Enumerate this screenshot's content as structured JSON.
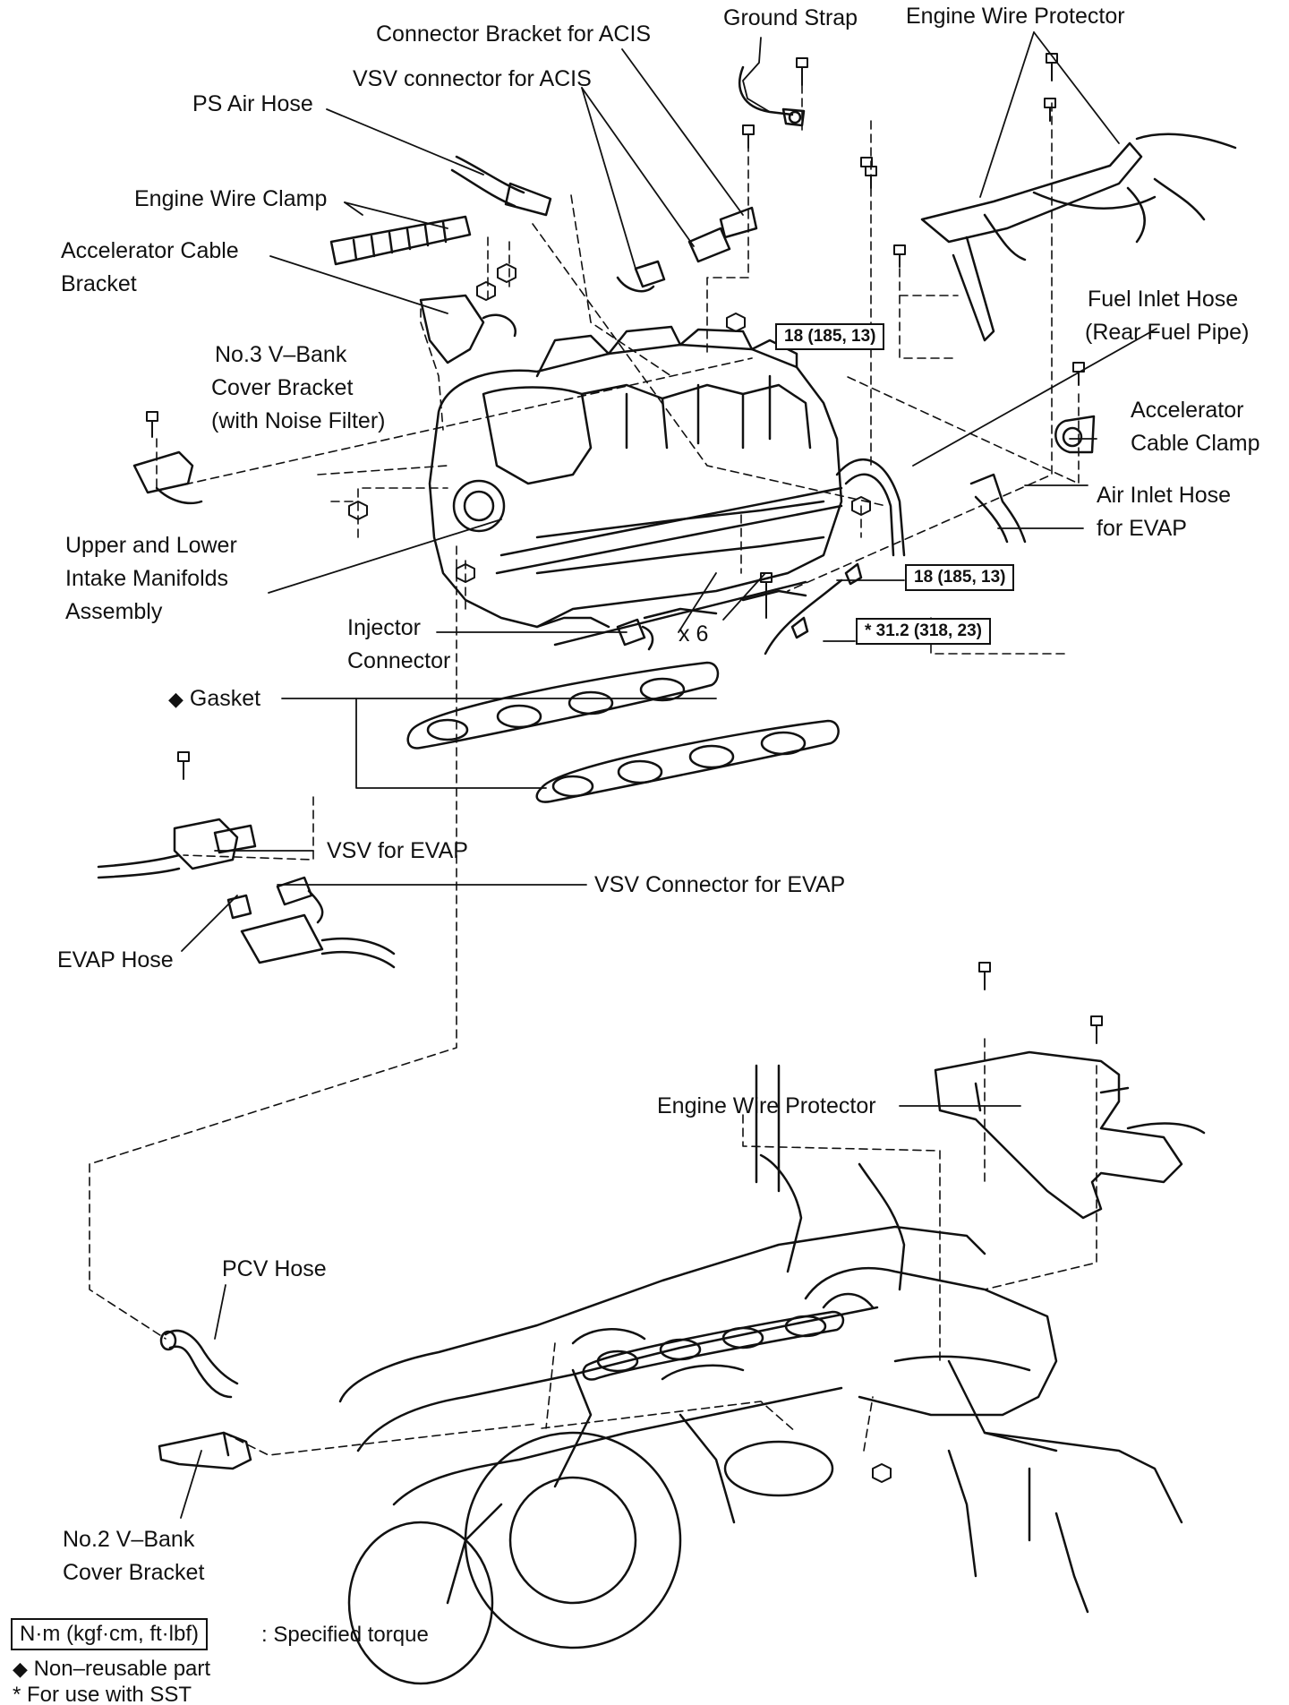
{
  "labels": {
    "ground_strap": "Ground Strap",
    "engine_wire_protector_top": "Engine Wire Protector",
    "connector_bracket_acis": "Connector Bracket for ACIS",
    "vsv_connector_acis": "VSV connector for ACIS",
    "ps_air_hose": "PS Air Hose",
    "engine_wire_clamp": "Engine Wire Clamp",
    "accelerator_cable_bracket_1": "Accelerator Cable",
    "accelerator_cable_bracket_2": "Bracket",
    "fuel_inlet_hose_1": "Fuel Inlet Hose",
    "fuel_inlet_hose_2": "(Rear Fuel Pipe)",
    "no3_vbank_1": "No.3 V–Bank",
    "no3_vbank_2": "Cover Bracket",
    "no3_vbank_3": "(with Noise Filter)",
    "accelerator_cable_clamp_1": "Accelerator",
    "accelerator_cable_clamp_2": "Cable Clamp",
    "air_inlet_hose_evap_1": "Air Inlet Hose",
    "air_inlet_hose_evap_2": "for EVAP",
    "intake_manifolds_1": "Upper and Lower",
    "intake_manifolds_2": "Intake Manifolds",
    "intake_manifolds_3": "Assembly",
    "injector_connector_1": "Injector",
    "injector_connector_2": "Connector",
    "bolt_count": "x 6",
    "gasket": "Gasket",
    "vsv_evap": "VSV for EVAP",
    "vsv_connector_evap": "VSV Connector for EVAP",
    "evap_hose": "EVAP Hose",
    "engine_wire_protector_bottom": "Engine Wire Protector",
    "pcv_hose": "PCV Hose",
    "no2_vbank_1": "No.2 V–Bank",
    "no2_vbank_2": "Cover Bracket"
  },
  "torques": {
    "t1": "18 (185, 13)",
    "t2": "18 (185, 13)",
    "t3": "* 31.2 (318, 23)"
  },
  "legend": {
    "unit_box": "N·m (kgf·cm, ft·lbf)",
    "unit_desc": ": Specified torque",
    "non_reusable": "Non–reusable part",
    "sst": "* For use with SST",
    "diamond_symbol": "◆"
  }
}
